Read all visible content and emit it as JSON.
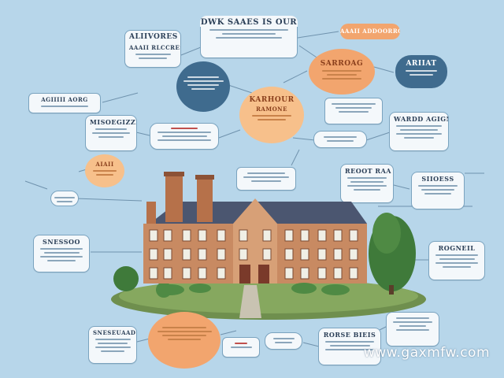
{
  "diagram": {
    "main_title": "DWK SAAES IS OUR",
    "labels": {
      "top_left": "ALIIVORES",
      "top_left_sub": "AAAII RLCCRES",
      "top_right_tag": "AAAII ADDOORRO",
      "orange_top": "SARROAG",
      "navy_right": "ARIIAT",
      "center_bubble": "KARHOUR",
      "center_bubble_sub": "RAMONE",
      "right_mid": "WARDD AGIGNIIR",
      "left_mid": "MISOEGIZZN",
      "right_box": "REOOT RAA",
      "right_box2": "SIIOESS",
      "left_lower": "SNESSOO",
      "right_lower": "ROGNEIL",
      "bottom_left": "SNESEUAADS",
      "bottom_right": "RORSE BIEIS",
      "peach_small": "AIAII",
      "left_small_box": "AGIIIII AORG"
    },
    "watermark": "www.gaxmfw.com",
    "colors": {
      "background": "#b7d6ea",
      "orange": "#f2a56e",
      "navy": "#3f6b8e",
      "box": "#f4f8fb",
      "brick": "#c88a62",
      "roof": "#4b5670",
      "tree": "#3f7a3a"
    }
  }
}
